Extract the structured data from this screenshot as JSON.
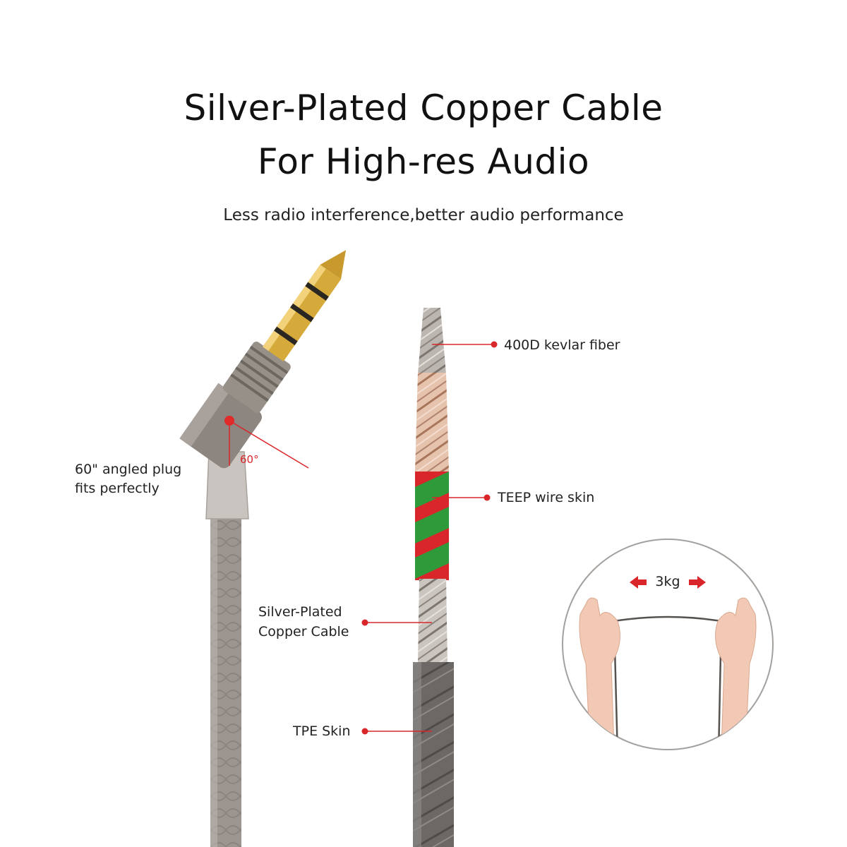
{
  "header": {
    "title_line1": "Silver-Plated Copper Cable",
    "title_line2": "For High-res Audio",
    "subtitle": "Less radio interference,better audio performance"
  },
  "callouts": {
    "kevlar": "400D kevlar fiber",
    "teep": "TEEP wire skin",
    "spc_line1": "Silver-Plated",
    "spc_line2": "Copper Cable",
    "tpe": "TPE Skin",
    "plug_line1": "60\" angled plug",
    "plug_line2": "fits perfectly",
    "angle": "60°"
  },
  "tension": {
    "value": "3kg"
  },
  "colors": {
    "accent_red": "#d9262b",
    "teep_green": "#2e9a3a",
    "copper": "#c89a7c",
    "silver": "#a8a19a",
    "tpe_gray": "#6b6866",
    "plug_gold": "#d6aa3a"
  }
}
